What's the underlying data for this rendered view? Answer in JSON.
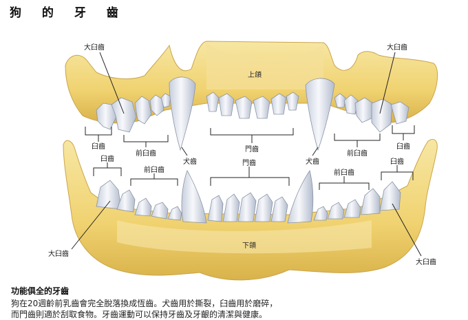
{
  "title": "狗 的 牙 齒",
  "labels": {
    "upper_jaw": "上頜",
    "lower_jaw": "下頜",
    "upper_left_molar_top": "大臼齒",
    "upper_right_molar_top": "大臼齒",
    "upper_left_molar": "臼齒",
    "upper_left_premolar": "前臼齒",
    "upper_left_canine": "犬齒",
    "upper_incisor": "門齒",
    "upper_right_canine": "犬齒",
    "upper_right_premolar": "前臼齒",
    "upper_right_molar": "臼齒",
    "lower_left_molar": "臼齒",
    "lower_left_premolar": "前臼齒",
    "lower_incisor": "門齒",
    "lower_right_premolar": "前臼齒",
    "lower_right_molar": "臼齒",
    "lower_left_molar_bottom": "大臼齒",
    "lower_right_molar_bottom": "大臼齒"
  },
  "caption": {
    "heading": "功能俱全的牙齒",
    "line1": "狗在20週齡前乳齒會完全脫落換成恆齒。犬齒用於撕裂，臼齒用於磨碎，",
    "line2": "而門齒則適於刮取食物。牙齒運動可以保持牙齒及牙齦的清潔與健康。"
  },
  "colors": {
    "bone": "#f2d77c",
    "bone_shadow": "#d9b550",
    "tooth": "#eef1f6",
    "tooth_shadow": "#b9c3d3",
    "line": "#222222"
  }
}
